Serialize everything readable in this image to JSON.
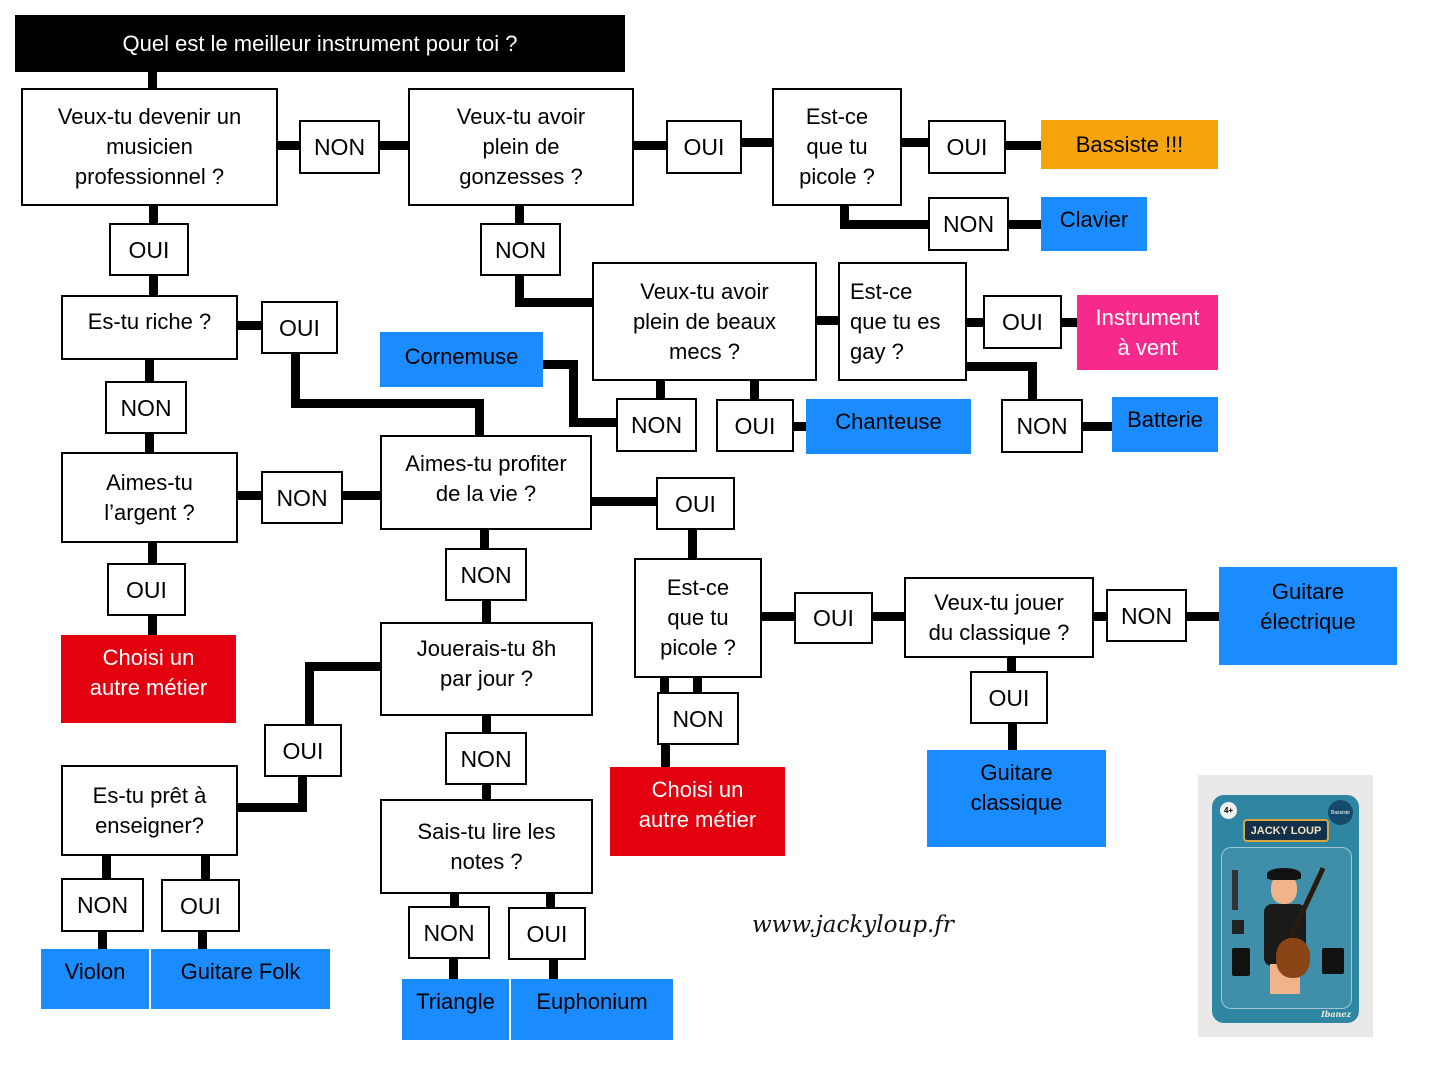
{
  "title": "Quel est le meilleur instrument pour toi ?",
  "questions": {
    "pro": "Veux-tu devenir un\nmusicien\nprofessionnel ?",
    "gonzesses": "Veux-tu avoir\nplein de\ngonzesses ?",
    "picole1": "Est-ce\nque tu\npicole ?",
    "riche": "Es-tu riche ?",
    "beaux_mecs": "Veux-tu avoir\nplein de beaux\nmecs ?",
    "gay": "Est-ce\nque tu es\ngay ?",
    "argent": "Aimes-tu\nl’argent ?",
    "profiter": "Aimes-tu profiter\nde la vie ?",
    "picole2": "Est-ce\nque tu\npicole ?",
    "classique": "Veux-tu jouer\ndu classique ?",
    "huit_heures": "Jouerais-tu 8h\npar jour ?",
    "enseigner": "Es-tu prêt à\nenseigner?",
    "notes": "Sais-tu lire les\nnotes ?"
  },
  "answers": {
    "yes": "OUI",
    "no": "NON"
  },
  "results": {
    "bassiste": "Bassiste !!!",
    "clavier": "Clavier",
    "instrument_vent": "Instrument\nà vent",
    "cornemuse": "Cornemuse",
    "chanteuse": "Chanteuse",
    "batterie": "Batterie",
    "autre_metier_1": "Choisi un\nautre métier",
    "autre_metier_2": "Choisi un\nautre métier",
    "guitare_electrique": "Guitare\nélectrique",
    "guitare_classique": "Guitare\nclassique",
    "violon": "Violon",
    "guitare_folk": "Guitare Folk",
    "triangle": "Triangle",
    "euphonium": "Euphonium"
  },
  "colors": {
    "result_blue": "#1a8cff",
    "result_red": "#e3000f",
    "result_orange": "#f7a30c",
    "result_pink": "#f72a8c"
  },
  "watermark": "www.jackyloup.fr",
  "toy": {
    "age_badge": "4+",
    "brand_badge": "Bassiste",
    "name_plate": "JACKY LOUP",
    "logo": "Ibanez"
  }
}
